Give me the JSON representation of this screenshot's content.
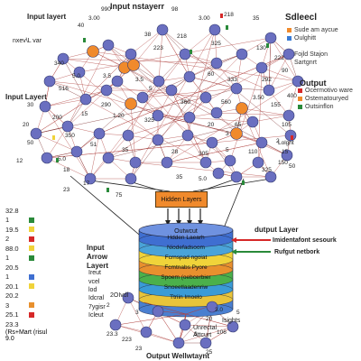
{
  "title": "Input nstayerr",
  "labels": {
    "input_top_left": "Input layert",
    "input_mid_left": "Input Layert",
    "nexvl": "nxev\\L var",
    "hidden_box": "Hidden Layers",
    "output_bottom": "Output  Wellwtaynt",
    "unrectal": "Unrectal\nAttcurt",
    "sights": "Isights"
  },
  "legend_right_top": {
    "title": "Sdleecl",
    "items": [
      {
        "label": "Sude am aycue",
        "color": "#f08a2c"
      },
      {
        "label": "Oulghitt",
        "color": "#3a7bd5"
      },
      {
        "label": "Fojld Stajon",
        "color": ""
      },
      {
        "label": "Sartgnrt",
        "color": ""
      }
    ]
  },
  "legend_right_output": {
    "title": "Output",
    "items": [
      {
        "label": "Ocermotivo ware",
        "color": "#d62828"
      },
      {
        "label": "Ostematouryed",
        "color": "#f08a2c"
      },
      {
        "label": "Outsinflon",
        "color": "#2a8a3a"
      }
    ]
  },
  "cylinder": {
    "top_label": "Outwcut",
    "layers": [
      {
        "label": "Hdden Laearh",
        "color": "#3f6fd1"
      },
      {
        "label": "Niodefadsoom",
        "color": "#4aa3d8"
      },
      {
        "label": "Fcrnspad ngoiat",
        "color": "#f0d33a"
      },
      {
        "label": "Fcmtnabs Pyore",
        "color": "#e8902e"
      },
      {
        "label": "Spoem (oebcerbier",
        "color": "#4bb04b"
      },
      {
        "label": "Snoeetlaadenriw",
        "color": "#3a9bd6"
      },
      {
        "label": "Ttriin Imoelo",
        "color": "#e8c43a"
      },
      {
        "label": "",
        "color": "#4a7fd0"
      }
    ]
  },
  "right_arrows": {
    "title": "dutput Layer",
    "items": [
      {
        "label": "Imidentafont sesourk",
        "color": "#d62828"
      },
      {
        "label": "Rufgut netbork",
        "color": "#2a8a3a"
      }
    ]
  },
  "input_arrow_panel": {
    "title": "Input\nArrow\nLayert",
    "items": [
      "Ireut",
      "vcel",
      "lod",
      "Idcral",
      "7ygisr",
      "Icleut"
    ]
  },
  "side_value": "2OIvdl",
  "scale": {
    "rows": [
      {
        "value": "32.8",
        "color": ""
      },
      {
        "value": "1",
        "color": "#2a8a3a"
      },
      {
        "value": "19.5",
        "color": "#f0d33a"
      },
      {
        "value": "2",
        "color": "#d62828"
      },
      {
        "value": "88.0",
        "color": "#f0d33a"
      },
      {
        "value": "1",
        "color": "#2a8a3a"
      },
      {
        "value": "20.5",
        "color": ""
      },
      {
        "value": "1",
        "color": "#3f6fd1"
      },
      {
        "value": "20.1",
        "color": "#f0d33a"
      },
      {
        "value": "20.2",
        "color": ""
      },
      {
        "value": "3",
        "color": "#e8902e"
      },
      {
        "value": "25.1",
        "color": "#d62828"
      },
      {
        "value": "23.3",
        "color": ""
      }
    ],
    "footer": [
      "(Rs+Mart (risul",
      "9.0"
    ]
  },
  "node_numbers": [
    "990",
    "98",
    "3.00",
    "3.00",
    "40",
    "340",
    "516",
    "30",
    "20",
    "50",
    "12",
    "200",
    "350",
    "51",
    "5.0",
    "18",
    "17",
    "23",
    "75",
    "38",
    "218",
    "218",
    "35",
    "130",
    "90",
    "155",
    "105",
    "2",
    "15",
    "150",
    "110",
    "5",
    "560",
    "360",
    "325",
    "1.20",
    "290",
    "15",
    "5.0",
    "3.5",
    "3.5",
    "60",
    "333",
    "3.50",
    "222",
    "292",
    "400",
    "65",
    "20",
    "28",
    "305",
    "Lolght",
    "50",
    "35",
    "5.0",
    "325",
    "223",
    "325",
    "3",
    "5",
    "35"
  ],
  "bottom_numbers": [
    "20",
    "3.0",
    "5",
    "106",
    "25",
    "3",
    "2",
    "23.3",
    "223",
    "23",
    "3"
  ]
}
